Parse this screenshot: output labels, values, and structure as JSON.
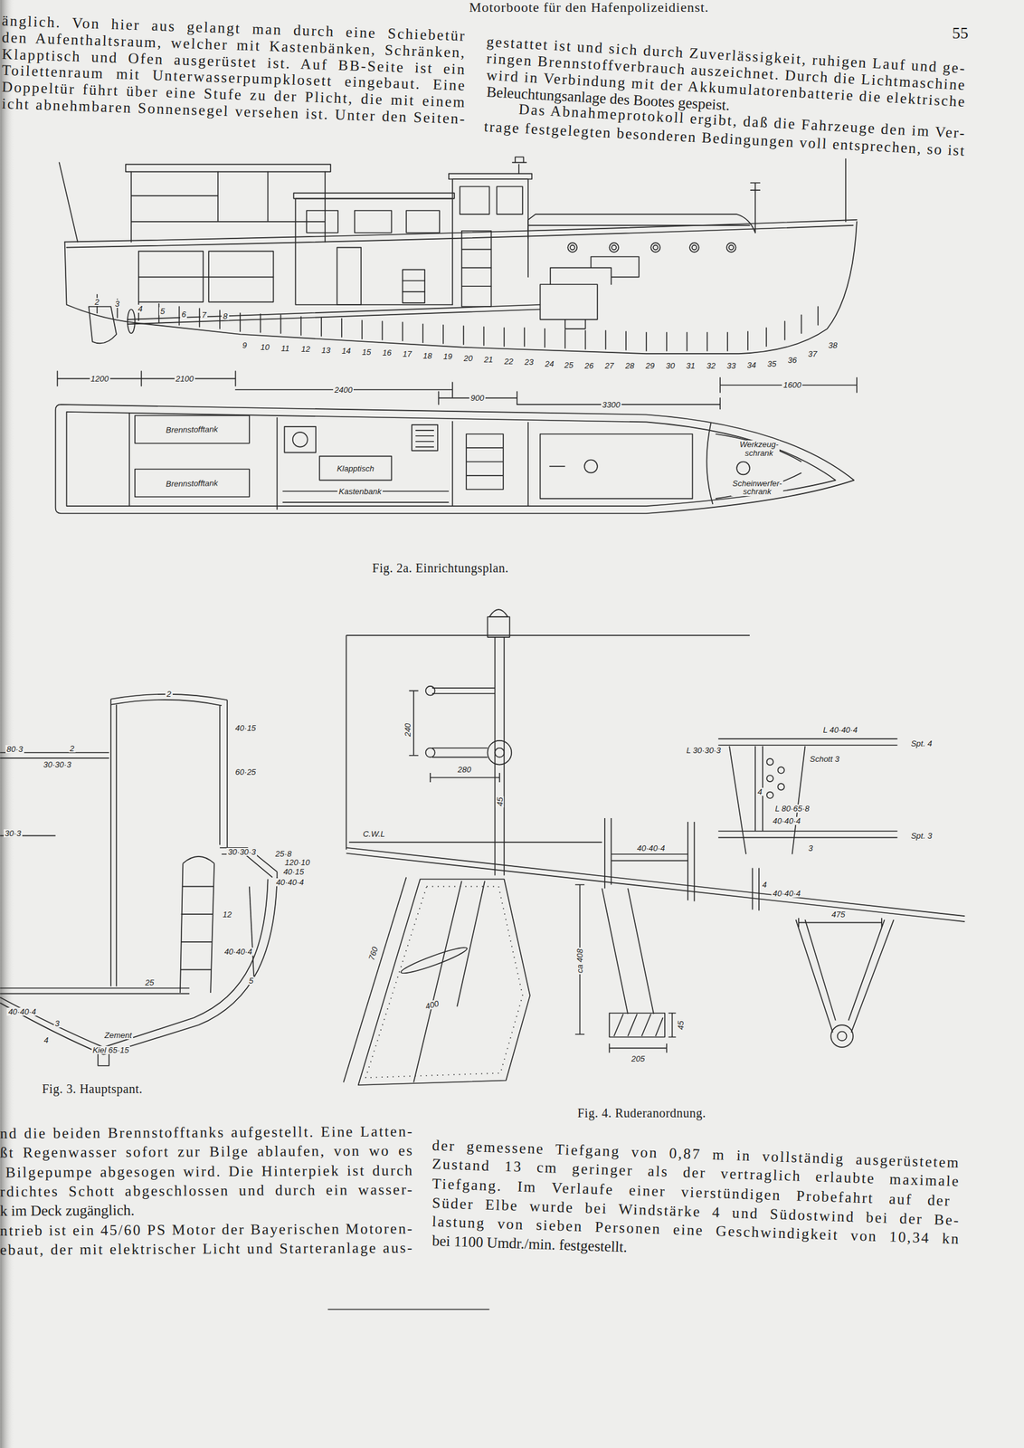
{
  "diagram": {
    "labels": [
      "Motorboote für den Hafenpolizeidienst.",
      "55",
      "änglich. Von hier aus gelangt man durch eine Schiebetür",
      "den Aufenthaltsraum, welcher mit Kastenbänken, Schränken,",
      "Klapptisch und Ofen ausgerüstet ist. Auf BB-Seite ist ein",
      "Toilettenraum mit Unterwasserpumpklosett eingebaut. Eine",
      "Doppeltür führt über eine Stufe zu der Plicht, die mit einem",
      "icht abnehmbaren Sonnensegel versehen ist. Unter den Seiten-",
      "gestattet ist und sich durch Zuverlässigkeit, ruhigen Lauf und ge-",
      "ringen Brennstoffverbrauch auszeichnet. Durch die Lichtmaschine",
      "wird in Verbindung mit der Akkumulatorenbatterie die elektrische",
      "Beleuchtungsanlage des Bootes gespeist.",
      "Das Abnahmeprotokoll ergibt, daß die Fahrzeuge den im Ver-",
      "trage festgelegten besonderen Bedingungen voll entsprechen, so ist",
      "2",
      "3",
      "4",
      "5",
      "6",
      "7",
      "8",
      "9",
      "10",
      "11",
      "12",
      "13",
      "14",
      "15",
      "16",
      "17",
      "18",
      "19",
      "20",
      "21",
      "22",
      "23",
      "24",
      "25",
      "26",
      "27",
      "28",
      "29",
      "30",
      "31",
      "32",
      "33",
      "34",
      "35",
      "36",
      "37",
      "38",
      "1200",
      "2100",
      "2400",
      "900",
      "3300",
      "1600",
      "Brennstofftank",
      "Brennstofftank",
      "Klapptisch",
      "Kastenbank",
      "Werkzeug- schrank",
      "Scheinwerfer- schrank",
      "Fig. 2a. Einrichtungsplan.",
      "2",
      "40·15",
      "60·25",
      "80·3",
      "2",
      "30·30·3",
      "30·3",
      "30·30·3",
      "25·8",
      "120·10",
      "40·15",
      "40·40·4",
      "12",
      "40·40·4",
      "5",
      "25",
      "40·40·4",
      "3",
      "4",
      "Zement",
      "Kiel 65·15",
      "Fig. 3. Hauptspant.",
      "240",
      "280",
      "45",
      "C.W.L",
      "40·40·4",
      "760",
      "400",
      "ca 408",
      "45",
      "205",
      "Fig. 4. Ruderanordnung.",
      "L 40·40·4",
      "L 30·30·3",
      "Schott 3",
      "Spt. 4",
      "4",
      "L 80·65·8",
      "40·40·4",
      "Spt. 3",
      "3",
      "4",
      "40·40·4",
      "475",
      "nd die beiden Brennstofftanks aufgestellt. Eine Latten-",
      "ßt Regenwasser sofort zur Bilge ablaufen, von wo es",
      "Bilgepumpe abgesogen wird. Die Hinterpiek ist durch",
      "rdichtes Schott abgeschlossen und durch ein wasser-",
      "k im Deck zugänglich.",
      "ntrieb ist ein 45/60 PS Motor der Bayerischen Motoren-",
      "ebaut, der mit elektrischer Licht und Starteranlage aus-",
      "der gemessene Tiefgang von 0,87 m in vollständig ausgerüstetem",
      "Zustand 13 cm geringer als der vertraglich erlaubte maximale",
      "Tiefgang. Im Verlaufe einer vierstündigen Probefahrt auf der",
      "Süder Elbe wurde bei Windstärke 4 und Südostwind bei der Be-",
      "lastung von sieben Personen eine Geschwindigkeit von 10,34 kn",
      "bei 1100 Umdr./min. festgestellt."
    ]
  }
}
